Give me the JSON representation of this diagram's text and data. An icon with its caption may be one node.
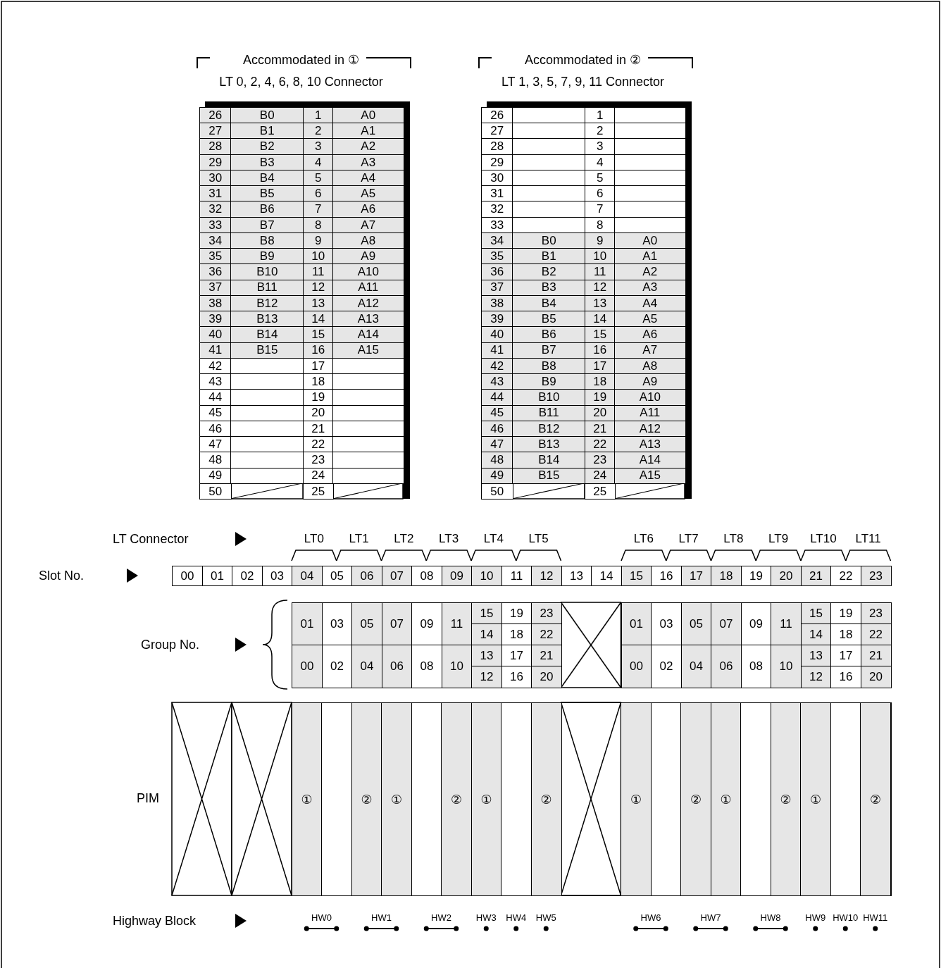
{
  "diagram": {
    "labels": [
      "Accommodated in ①",
      "LT 0, 2, 4, 6, 8, 10 Connector",
      "26",
      "B0",
      "1",
      "A0",
      "27",
      "B1",
      "2",
      "A1",
      "28",
      "B2",
      "3",
      "A2",
      "29",
      "B3",
      "4",
      "A3",
      "30",
      "B4",
      "5",
      "A4",
      "31",
      "B5",
      "6",
      "A5",
      "32",
      "B6",
      "7",
      "A6",
      "33",
      "B7",
      "8",
      "A7",
      "34",
      "B8",
      "9",
      "A8",
      "35",
      "B9",
      "10",
      "A9",
      "36",
      "B10",
      "11",
      "A10",
      "37",
      "B11",
      "12",
      "A11",
      "38",
      "B12",
      "13",
      "A12",
      "39",
      "B13",
      "14",
      "A13",
      "40",
      "B14",
      "15",
      "A14",
      "41",
      "B15",
      "16",
      "A15",
      "42",
      "17",
      "43",
      "18",
      "44",
      "19",
      "45",
      "20",
      "46",
      "21",
      "47",
      "22",
      "48",
      "23",
      "49",
      "24",
      "50",
      "25",
      "Accommodated in ②",
      "LT 1, 3, 5, 7, 9, 11 Connector",
      "26",
      "1",
      "27",
      "2",
      "28",
      "3",
      "29",
      "4",
      "30",
      "5",
      "31",
      "6",
      "32",
      "7",
      "33",
      "8",
      "34",
      "B0",
      "9",
      "A0",
      "35",
      "B1",
      "10",
      "A1",
      "36",
      "B2",
      "11",
      "A2",
      "37",
      "B3",
      "12",
      "A3",
      "38",
      "B4",
      "13",
      "A4",
      "39",
      "B5",
      "14",
      "A5",
      "40",
      "B6",
      "15",
      "A6",
      "41",
      "B7",
      "16",
      "A7",
      "42",
      "B8",
      "17",
      "A8",
      "43",
      "B9",
      "18",
      "A9",
      "44",
      "B10",
      "19",
      "A10",
      "45",
      "B11",
      "20",
      "A11",
      "46",
      "B12",
      "21",
      "A12",
      "47",
      "B13",
      "22",
      "A13",
      "48",
      "B14",
      "23",
      "A14",
      "49",
      "B15",
      "24",
      "A15",
      "50",
      "25",
      "LT Connector",
      "LT0",
      "LT1",
      "LT2",
      "LT3",
      "LT4",
      "LT5",
      "LT6",
      "LT7",
      "LT8",
      "LT9",
      "LT10",
      "LT11",
      "Slot No.",
      "00",
      "01",
      "02",
      "03",
      "04",
      "05",
      "06",
      "07",
      "08",
      "09",
      "10",
      "11",
      "12",
      "13",
      "14",
      "15",
      "16",
      "17",
      "18",
      "19",
      "20",
      "21",
      "22",
      "23",
      "Group No.",
      "01",
      "03",
      "05",
      "07",
      "09",
      "11",
      "15",
      "19",
      "23",
      "01",
      "03",
      "05",
      "07",
      "09",
      "11",
      "15",
      "19",
      "23",
      "14",
      "18",
      "22",
      "14",
      "18",
      "22",
      "00",
      "02",
      "04",
      "06",
      "08",
      "10",
      "13",
      "17",
      "21",
      "00",
      "02",
      "04",
      "06",
      "08",
      "10",
      "13",
      "17",
      "21",
      "12",
      "16",
      "20",
      "12",
      "16",
      "20",
      "PIM",
      "①",
      "②",
      "①",
      "②",
      "①",
      "②",
      "①",
      "②",
      "①",
      "②",
      "①",
      "②",
      "Highway Block",
      "HW0",
      "HW1",
      "HW2",
      "HW3",
      "HW4",
      "HW5",
      "HW6",
      "HW7",
      "HW8",
      "HW9",
      "HW10",
      "HW11"
    ]
  }
}
